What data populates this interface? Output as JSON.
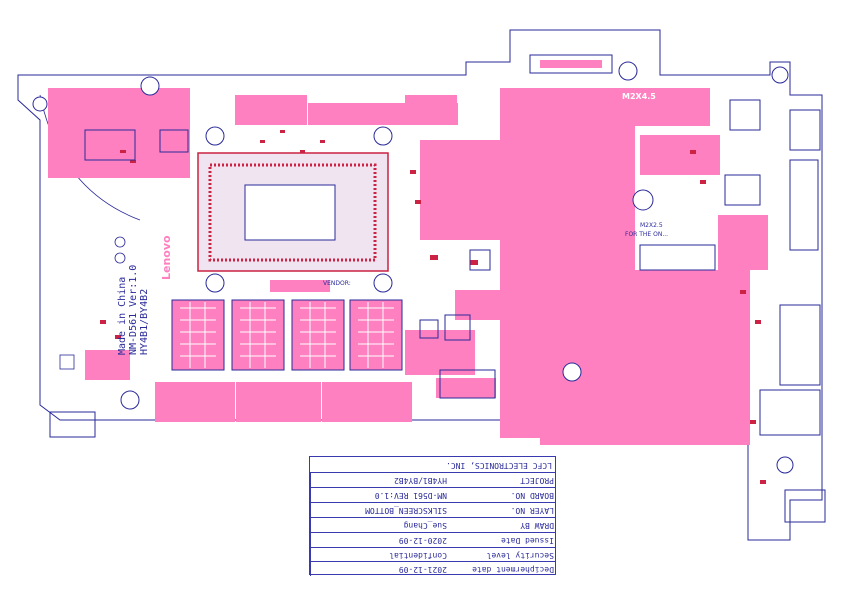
{
  "board": {
    "brand_logo": "Lenovo",
    "silk_lines": [
      "HY4B1/BY4B2",
      "NM-D561 Ver:1.0",
      "Made in China"
    ],
    "screw_labels": [
      "M2X4.5",
      "M2X2.5",
      "FOR THE ON..."
    ],
    "vendor_label": "VENDOR:",
    "colors": {
      "copper_pink": "#ff80c0",
      "outline_blue": "#2a2a9a",
      "component_red": "#cc2244"
    }
  },
  "title_block": {
    "company": "LCFC ELECTRONICS, INC.",
    "rows": [
      {
        "label": "PROJECT",
        "value": "HY4B1/BY4B2"
      },
      {
        "label": "BOARD NO.",
        "value": "NM-D561  REV:1.0"
      },
      {
        "label": "LAYER NO.",
        "value": "SILKSCREEN_BOTTOM"
      },
      {
        "label": "DRAW BY",
        "value": "Sue_Chang"
      },
      {
        "label": "Issued Date",
        "value": "2020-12-09"
      },
      {
        "label": "Security level",
        "value": "Confidential"
      },
      {
        "label": "Decipherment date",
        "value": "2021-12-09"
      }
    ]
  }
}
